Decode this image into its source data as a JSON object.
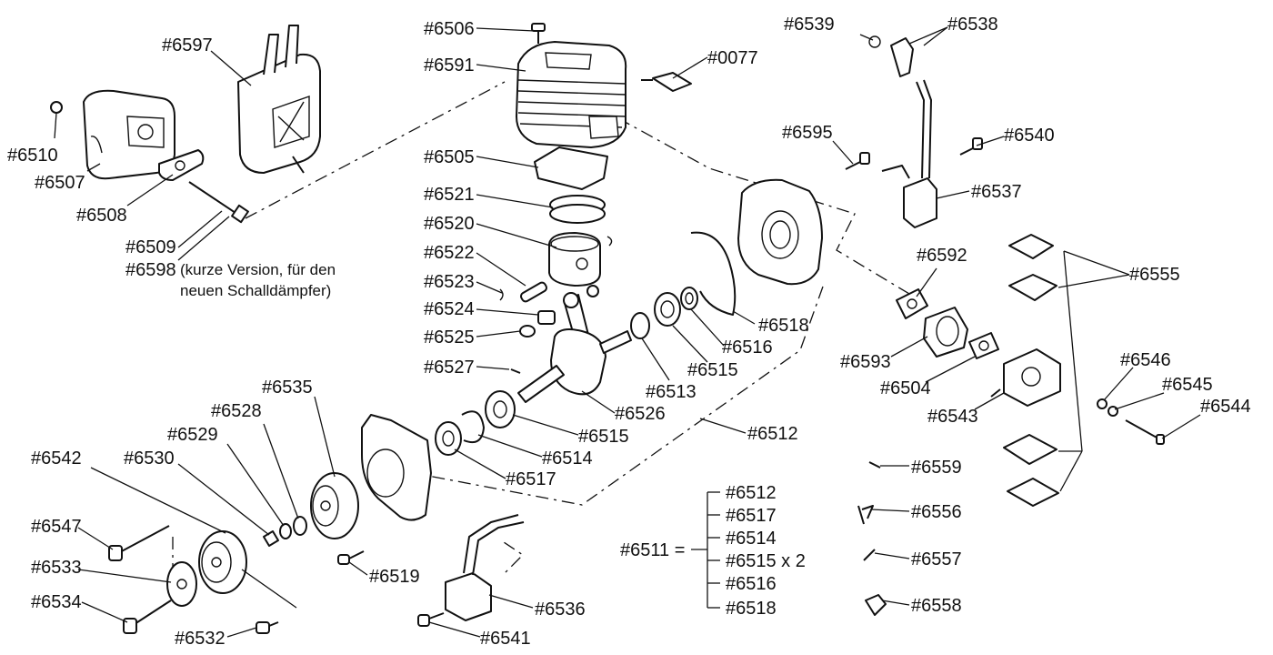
{
  "diagram": {
    "callouts": [
      {
        "id": "c6506",
        "text": "#6506"
      },
      {
        "id": "c6591",
        "text": "#6591"
      },
      {
        "id": "c0077",
        "text": "#0077"
      },
      {
        "id": "c6597",
        "text": "#6597"
      },
      {
        "id": "c6510",
        "text": "#6510"
      },
      {
        "id": "c6507",
        "text": "#6507"
      },
      {
        "id": "c6508",
        "text": "#6508"
      },
      {
        "id": "c6509",
        "text": "#6509"
      },
      {
        "id": "c6598",
        "text": "#6598"
      },
      {
        "id": "c6505",
        "text": "#6505"
      },
      {
        "id": "c6521",
        "text": "#6521"
      },
      {
        "id": "c6520",
        "text": "#6520"
      },
      {
        "id": "c6522",
        "text": "#6522"
      },
      {
        "id": "c6523",
        "text": "#6523"
      },
      {
        "id": "c6524",
        "text": "#6524"
      },
      {
        "id": "c6525",
        "text": "#6525"
      },
      {
        "id": "c6527",
        "text": "#6527"
      },
      {
        "id": "c6526",
        "text": "#6526"
      },
      {
        "id": "c6513",
        "text": "#6513"
      },
      {
        "id": "c6515a",
        "text": "#6515"
      },
      {
        "id": "c6516",
        "text": "#6516"
      },
      {
        "id": "c6518",
        "text": "#6518"
      },
      {
        "id": "c6515b",
        "text": "#6515"
      },
      {
        "id": "c6514",
        "text": "#6514"
      },
      {
        "id": "c6517",
        "text": "#6517"
      },
      {
        "id": "c6512",
        "text": "#6512"
      },
      {
        "id": "c6539",
        "text": "#6539"
      },
      {
        "id": "c6538",
        "text": "#6538"
      },
      {
        "id": "c6595",
        "text": "#6595"
      },
      {
        "id": "c6540",
        "text": "#6540"
      },
      {
        "id": "c6537",
        "text": "#6537"
      },
      {
        "id": "c6592",
        "text": "#6592"
      },
      {
        "id": "c6555",
        "text": "#6555"
      },
      {
        "id": "c6593",
        "text": "#6593"
      },
      {
        "id": "c6504",
        "text": "#6504"
      },
      {
        "id": "c6543",
        "text": "#6543"
      },
      {
        "id": "c6546",
        "text": "#6546"
      },
      {
        "id": "c6545",
        "text": "#6545"
      },
      {
        "id": "c6544",
        "text": "#6544"
      },
      {
        "id": "c6535",
        "text": "#6535"
      },
      {
        "id": "c6528",
        "text": "#6528"
      },
      {
        "id": "c6529",
        "text": "#6529"
      },
      {
        "id": "c6530",
        "text": "#6530"
      },
      {
        "id": "c6542",
        "text": "#6542"
      },
      {
        "id": "c6547",
        "text": "#6547"
      },
      {
        "id": "c6533",
        "text": "#6533"
      },
      {
        "id": "c6534",
        "text": "#6534"
      },
      {
        "id": "c6532",
        "text": "#6532"
      },
      {
        "id": "c6519",
        "text": "#6519"
      },
      {
        "id": "c6536",
        "text": "#6536"
      },
      {
        "id": "c6541",
        "text": "#6541"
      },
      {
        "id": "c6559",
        "text": "#6559"
      },
      {
        "id": "c6556",
        "text": "#6556"
      },
      {
        "id": "c6557",
        "text": "#6557"
      },
      {
        "id": "c6558",
        "text": "#6558"
      }
    ],
    "note_line1": "(kurze Version, für den",
    "note_line2": "neuen Schalldämpfer)",
    "kit": {
      "label": "#6511 =",
      "items": [
        "#6512",
        "#6517",
        "#6514",
        "#6515 x 2",
        "#6516",
        "#6518"
      ]
    }
  },
  "colors": {
    "line": "#111111",
    "background": "#ffffff"
  }
}
